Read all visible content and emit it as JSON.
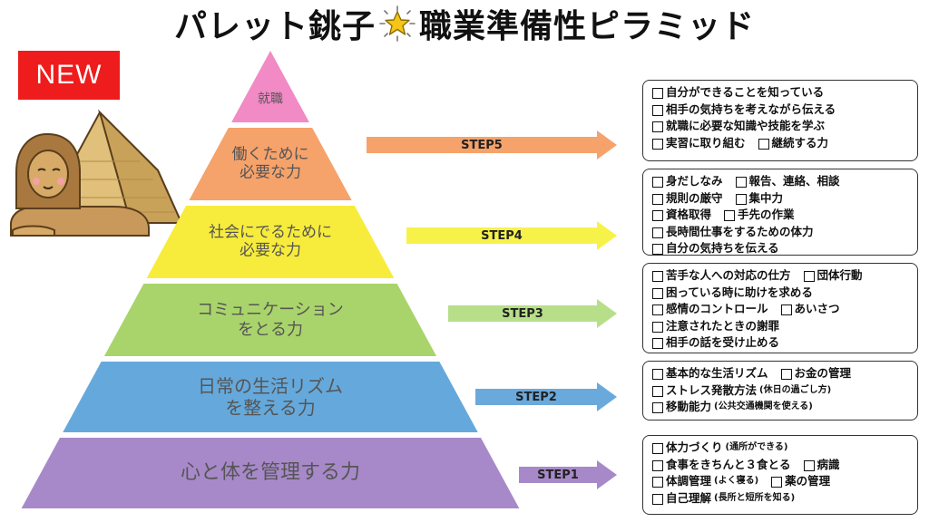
{
  "title": {
    "left": "パレット銚子",
    "right": "職業準備性ピラミッド"
  },
  "badge": "NEW",
  "levels": [
    {
      "label": "就職",
      "color": "#f18ac5",
      "font_size": 14
    },
    {
      "label": "働くために\n必要な力",
      "color": "#f6a26b",
      "font_size": 17
    },
    {
      "label": "社会にでるために\n必要な力",
      "color": "#f7ec3b",
      "font_size": 17
    },
    {
      "label": "コミュニケーション\nをとる力",
      "color": "#a9d46b",
      "font_size": 18
    },
    {
      "label": "日常の生活リズム\nを整える力",
      "color": "#65a9dc",
      "font_size": 20
    },
    {
      "label": "心と体を管理する力",
      "color": "#a789c9",
      "font_size": 22
    }
  ],
  "steps": [
    {
      "label": "STEP5",
      "color": "#f6a26b"
    },
    {
      "label": "STEP4",
      "color": "#f7f24a"
    },
    {
      "label": "STEP3",
      "color": "#b7df8a"
    },
    {
      "label": "STEP2",
      "color": "#6aa9dc"
    },
    {
      "label": "STEP1",
      "color": "#a789c9"
    }
  ],
  "boxes": [
    {
      "name": "step5",
      "rows": [
        [
          {
            "text": "自分ができることを知っている"
          }
        ],
        [
          {
            "text": "相手の気持ちを考えながら伝える"
          }
        ],
        [
          {
            "text": "就職に必要な知識や技能を学ぶ"
          }
        ],
        [
          {
            "text": "実習に取り組む"
          },
          {
            "text": "継続する力"
          }
        ]
      ]
    },
    {
      "name": "step4",
      "rows": [
        [
          {
            "text": "身だしなみ"
          },
          {
            "text": "報告、連絡、相談"
          }
        ],
        [
          {
            "text": "規則の厳守"
          },
          {
            "text": "集中力"
          }
        ],
        [
          {
            "text": "資格取得"
          },
          {
            "text": "手先の作業"
          }
        ],
        [
          {
            "text": "長時間仕事をするための体力"
          }
        ],
        [
          {
            "text": "自分の気持ちを伝える"
          }
        ]
      ]
    },
    {
      "name": "step3",
      "rows": [
        [
          {
            "text": "苦手な人への対応の仕方"
          },
          {
            "text": "団体行動"
          }
        ],
        [
          {
            "text": "困っている時に助けを求める"
          }
        ],
        [
          {
            "text": "感情のコントロール"
          },
          {
            "text": "あいさつ"
          }
        ],
        [
          {
            "text": "注意されたときの謝罪"
          }
        ],
        [
          {
            "text": "相手の話を受け止める"
          }
        ]
      ]
    },
    {
      "name": "step2",
      "rows": [
        [
          {
            "text": "基本的な生活リズム"
          },
          {
            "text": "お金の管理"
          }
        ],
        [
          {
            "text": "ストレス発散方法",
            "note": "(休日の過ごし方)"
          }
        ],
        [
          {
            "text": "移動能力",
            "note": "(公共交通機関を使える)"
          }
        ]
      ]
    },
    {
      "name": "step1",
      "rows": [
        [
          {
            "text": "体力づくり",
            "note": "(通所ができる)"
          }
        ],
        [
          {
            "text": "食事をきちんと３食とる"
          },
          {
            "text": "病識"
          }
        ],
        [
          {
            "text": "体調管理",
            "note": "(よく寝る)"
          },
          {
            "text": "薬の管理"
          }
        ],
        [
          {
            "text": "自己理解",
            "note": "(長所と短所を知る)"
          }
        ]
      ]
    }
  ]
}
